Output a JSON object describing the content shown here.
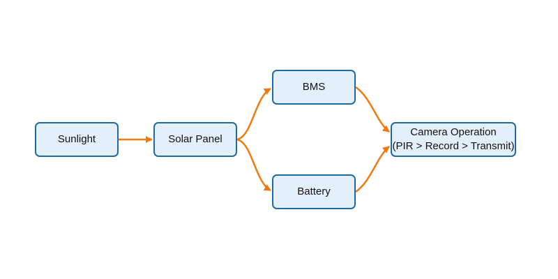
{
  "diagram": {
    "edge_color": "#f07a10",
    "node_fill": "#e3f0fb",
    "node_border": "#1f6aa5",
    "nodes": {
      "sunlight": {
        "label": "Sunlight"
      },
      "solar_panel": {
        "label": "Solar Panel"
      },
      "bms": {
        "label": "BMS"
      },
      "battery": {
        "label": "Battery"
      },
      "camera": {
        "label_line1": "Camera Operation",
        "label_line2": "(PIR > Record > Transmit)"
      }
    },
    "edges": [
      {
        "from": "sunlight",
        "to": "solar_panel"
      },
      {
        "from": "solar_panel",
        "to": "bms"
      },
      {
        "from": "solar_panel",
        "to": "battery"
      },
      {
        "from": "bms",
        "to": "camera"
      },
      {
        "from": "battery",
        "to": "camera"
      }
    ]
  }
}
